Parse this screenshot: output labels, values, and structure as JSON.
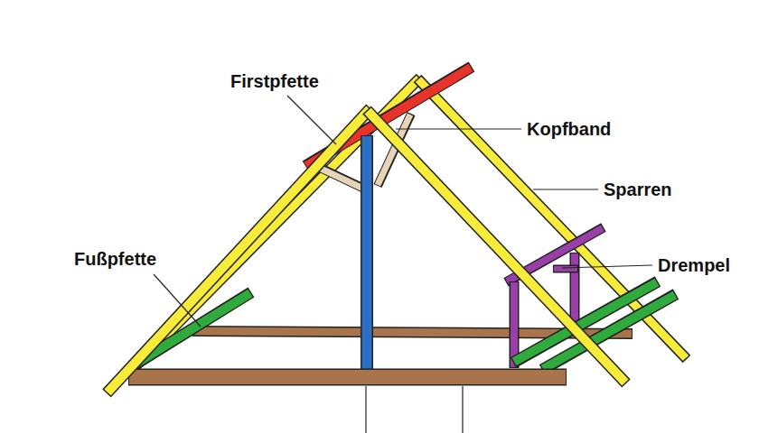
{
  "diagram": {
    "labels": [
      "Firstpfette",
      "Kopfband",
      "Sparren",
      "Fußpfette",
      "Drempel"
    ]
  }
}
